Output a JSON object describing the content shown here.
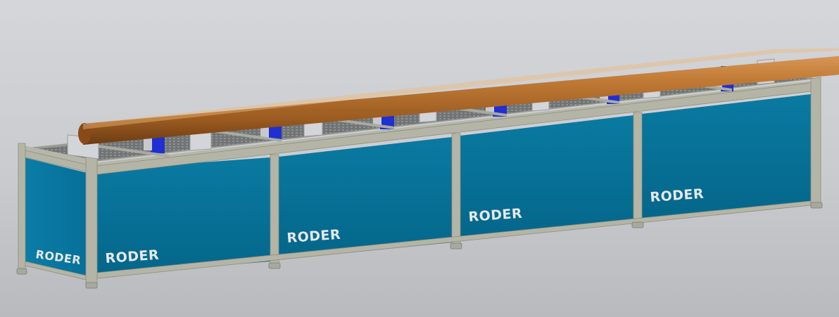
{
  "scene": {
    "subject": "conveyor-roller-table",
    "brand_labels": [
      "RODER",
      "RODER",
      "RODER",
      "RODER",
      "RODER"
    ]
  },
  "colors": {
    "background": "#cdd0d4",
    "panel": "#066f93",
    "frame": "#b4b5a6",
    "pipe": "#b06a2a",
    "support": "#1f2fd1",
    "bracket": "#d3d5d8"
  }
}
